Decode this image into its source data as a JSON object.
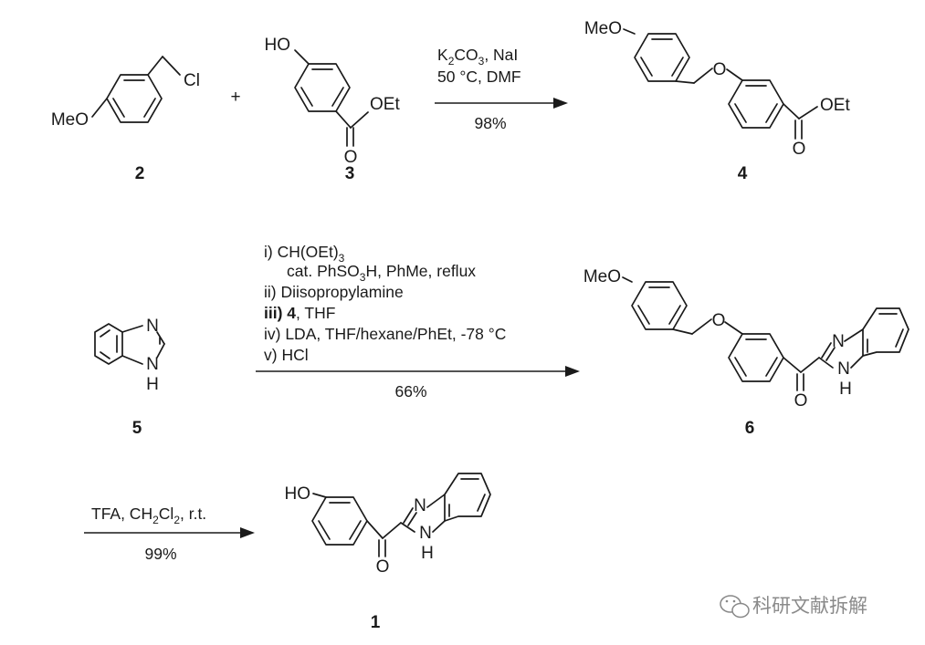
{
  "compounds": {
    "c2": {
      "number": "2",
      "ome": "MeO",
      "cl": "Cl"
    },
    "c3": {
      "number": "3",
      "ho": "HO",
      "oet": "OEt",
      "o": "O"
    },
    "c4": {
      "number": "4",
      "ome": "MeO",
      "o_ether": "O",
      "oet": "OEt",
      "o": "O"
    },
    "c5": {
      "number": "5",
      "n": "N",
      "h": "H"
    },
    "c6": {
      "number": "6",
      "ome": "MeO",
      "o_ether": "O",
      "o": "O",
      "n": "N",
      "h": "H"
    },
    "c1": {
      "number": "1",
      "ho": "HO",
      "o": "O",
      "n": "N",
      "h": "H"
    }
  },
  "plus": "+",
  "step1": {
    "reagents_line1": "K2CO3, NaI",
    "reagents_line2": "50 °C, DMF",
    "yield": "98%"
  },
  "step2": {
    "line1": "i)  CH(OEt)3",
    "line2": "cat. PhSO3H, PhMe, reflux",
    "line3": "ii) Diisopropylamine",
    "line4_bold": "iii) 4",
    "line4_rest": ", THF",
    "line5": "iv) LDA, THF/hexane/PhEt, -78 °C",
    "line6": "v) HCl",
    "yield": "66%"
  },
  "step3": {
    "reagents": "TFA, CH2Cl2, r.t.",
    "yield": "99%"
  },
  "watermark": {
    "text": "科研文献拆解",
    "icon": "wechat-icon"
  }
}
